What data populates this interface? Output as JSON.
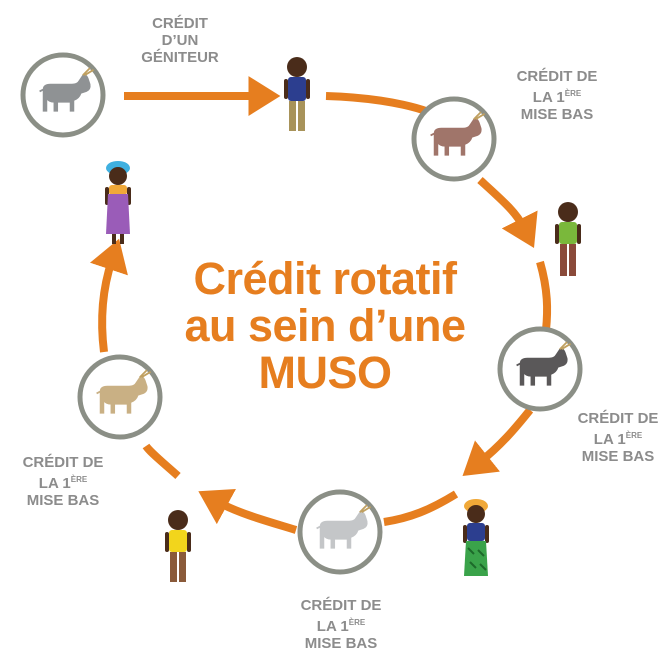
{
  "title": {
    "line1": "Crédit rotatif",
    "line2": "au sein d’une",
    "line3": "MUSO"
  },
  "labels": {
    "top": {
      "l1": "CRÉDIT",
      "l2": "D’UN",
      "l3": "GÉNITEUR"
    },
    "upper_right": {
      "l1": "CRÉDIT DE",
      "l2a": "LA 1",
      "l2sup": "ÈRE",
      "l3": "MISE BAS"
    },
    "lower_right": {
      "l1": "CRÉDIT DE",
      "l2a": "LA 1",
      "l2sup": "ÈRE",
      "l3": "MISE BAS"
    },
    "bottom": {
      "l1": "CRÉDIT DE",
      "l2a": "LA 1",
      "l2sup": "ÈRE",
      "l3": "MISE BAS"
    },
    "left": {
      "l1": "CRÉDIT DE",
      "l2a": "LA 1",
      "l2sup": "ÈRE",
      "l3": "MISE BAS"
    }
  },
  "colors": {
    "accent": "#e67e1f",
    "label_gray": "#8c8c8c",
    "circle_ring": "#8b8f86"
  }
}
